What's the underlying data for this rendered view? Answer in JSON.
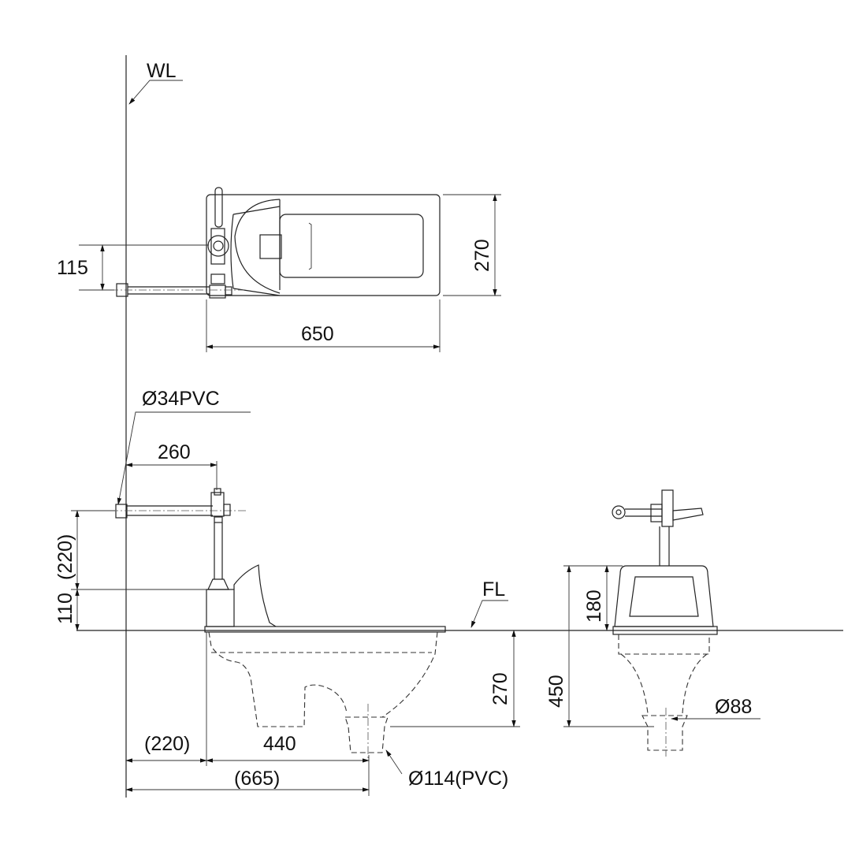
{
  "labels": {
    "wall_line": "WL",
    "floor_line": "FL",
    "pipe_supply": "Ø34PVC",
    "drain_pipe": "Ø114(PVC)",
    "outlet_diameter": "Ø88"
  },
  "dimensions": {
    "top_valve_offset": "115",
    "top_width": "270",
    "top_length": "650",
    "side_pipe_length": "260",
    "side_pipe_height": "(220)",
    "side_tank_height": "110",
    "side_depth": "270",
    "wall_to_pan": "(220)",
    "pan_to_drain": "440",
    "wall_to_drain": "(665)",
    "front_tank_height": "180",
    "front_total_height": "450"
  }
}
